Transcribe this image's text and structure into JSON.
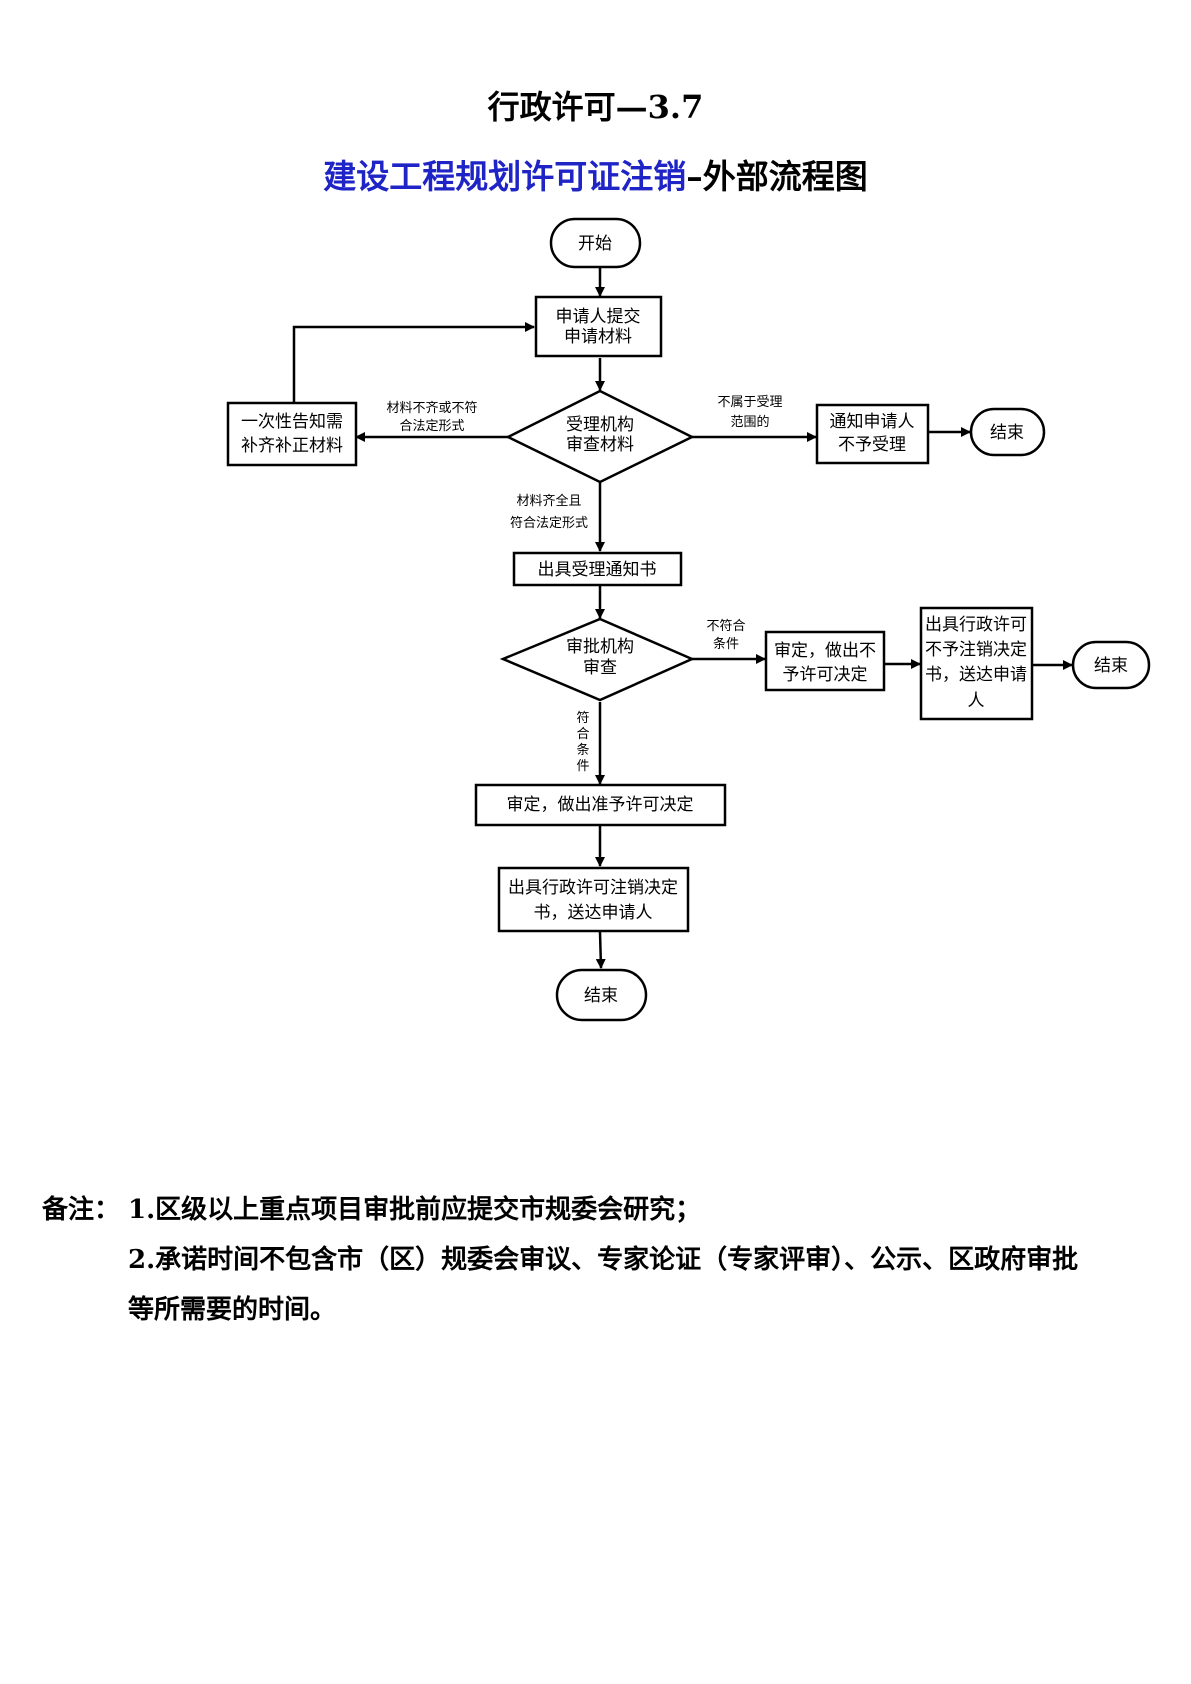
{
  "title": "行政许可—3.7",
  "subtitle": {
    "blue_part": "建设工程规划许可证注销",
    "black_part": "–外部流程图"
  },
  "nodes": {
    "start": "开始",
    "submit": [
      "申请人提交",
      "申请材料"
    ],
    "accept_review": [
      "受理机构",
      "审查材料"
    ],
    "supplement": [
      "一次性告知需",
      "补齐补正材料"
    ],
    "notify_reject": [
      "通知申请人",
      "不予受理"
    ],
    "end_1": "结束",
    "issue_notice": "出具受理通知书",
    "approval_review": [
      "审批机构",
      "审查"
    ],
    "deny_decision": [
      "审定，做出不",
      "予许可决定"
    ],
    "deny_document": [
      "出具行政许可",
      "不予注销决定",
      "书，送达申请",
      "人"
    ],
    "end_2": "结束",
    "approve_decision": "审定，做出准予许可决定",
    "cancel_document": [
      "出具行政许可注销决定",
      "书，送达申请人"
    ],
    "end_3": "结束"
  },
  "edge_labels": {
    "incomplete": [
      "材料不齐或不符",
      "合法定形式"
    ],
    "out_of_scope": [
      "不属于受理",
      "范围的"
    ],
    "complete": [
      "材料齐全且",
      "符合法定形式"
    ],
    "not_qualified": [
      "不符合",
      "条件"
    ],
    "qualified": [
      "符",
      "合",
      "条",
      "件"
    ]
  },
  "notes": {
    "label": "备注：",
    "item1": "1.区级以上重点项目审批前应提交市规委会研究；",
    "item2_line1": "2.承诺时间不包含市（区）规委会审议、专家论证（专家评审）、公示、区政府审批",
    "item2_line2": "等所需要的时间。"
  },
  "colors": {
    "title_blue": "#1f24c6",
    "line": "#000000"
  }
}
